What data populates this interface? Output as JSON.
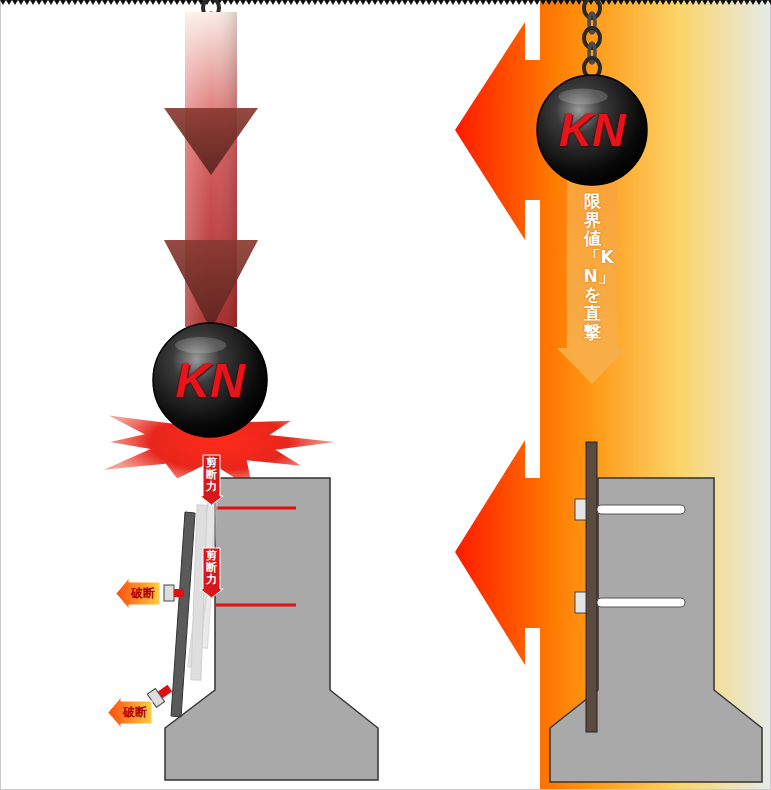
{
  "diagram": {
    "nodes": [
      {
        "text": [
          "KN"
        ]
      },
      {
        "text": [
          "限界値「KN」を直撃"
        ]
      },
      {
        "text": [
          "KN"
        ]
      },
      {
        "text": [
          "剪断力"
        ]
      },
      {
        "text": [
          "剪断力"
        ]
      },
      {
        "text": [
          "破断"
        ]
      },
      {
        "text": [
          "破断"
        ]
      }
    ]
  }
}
